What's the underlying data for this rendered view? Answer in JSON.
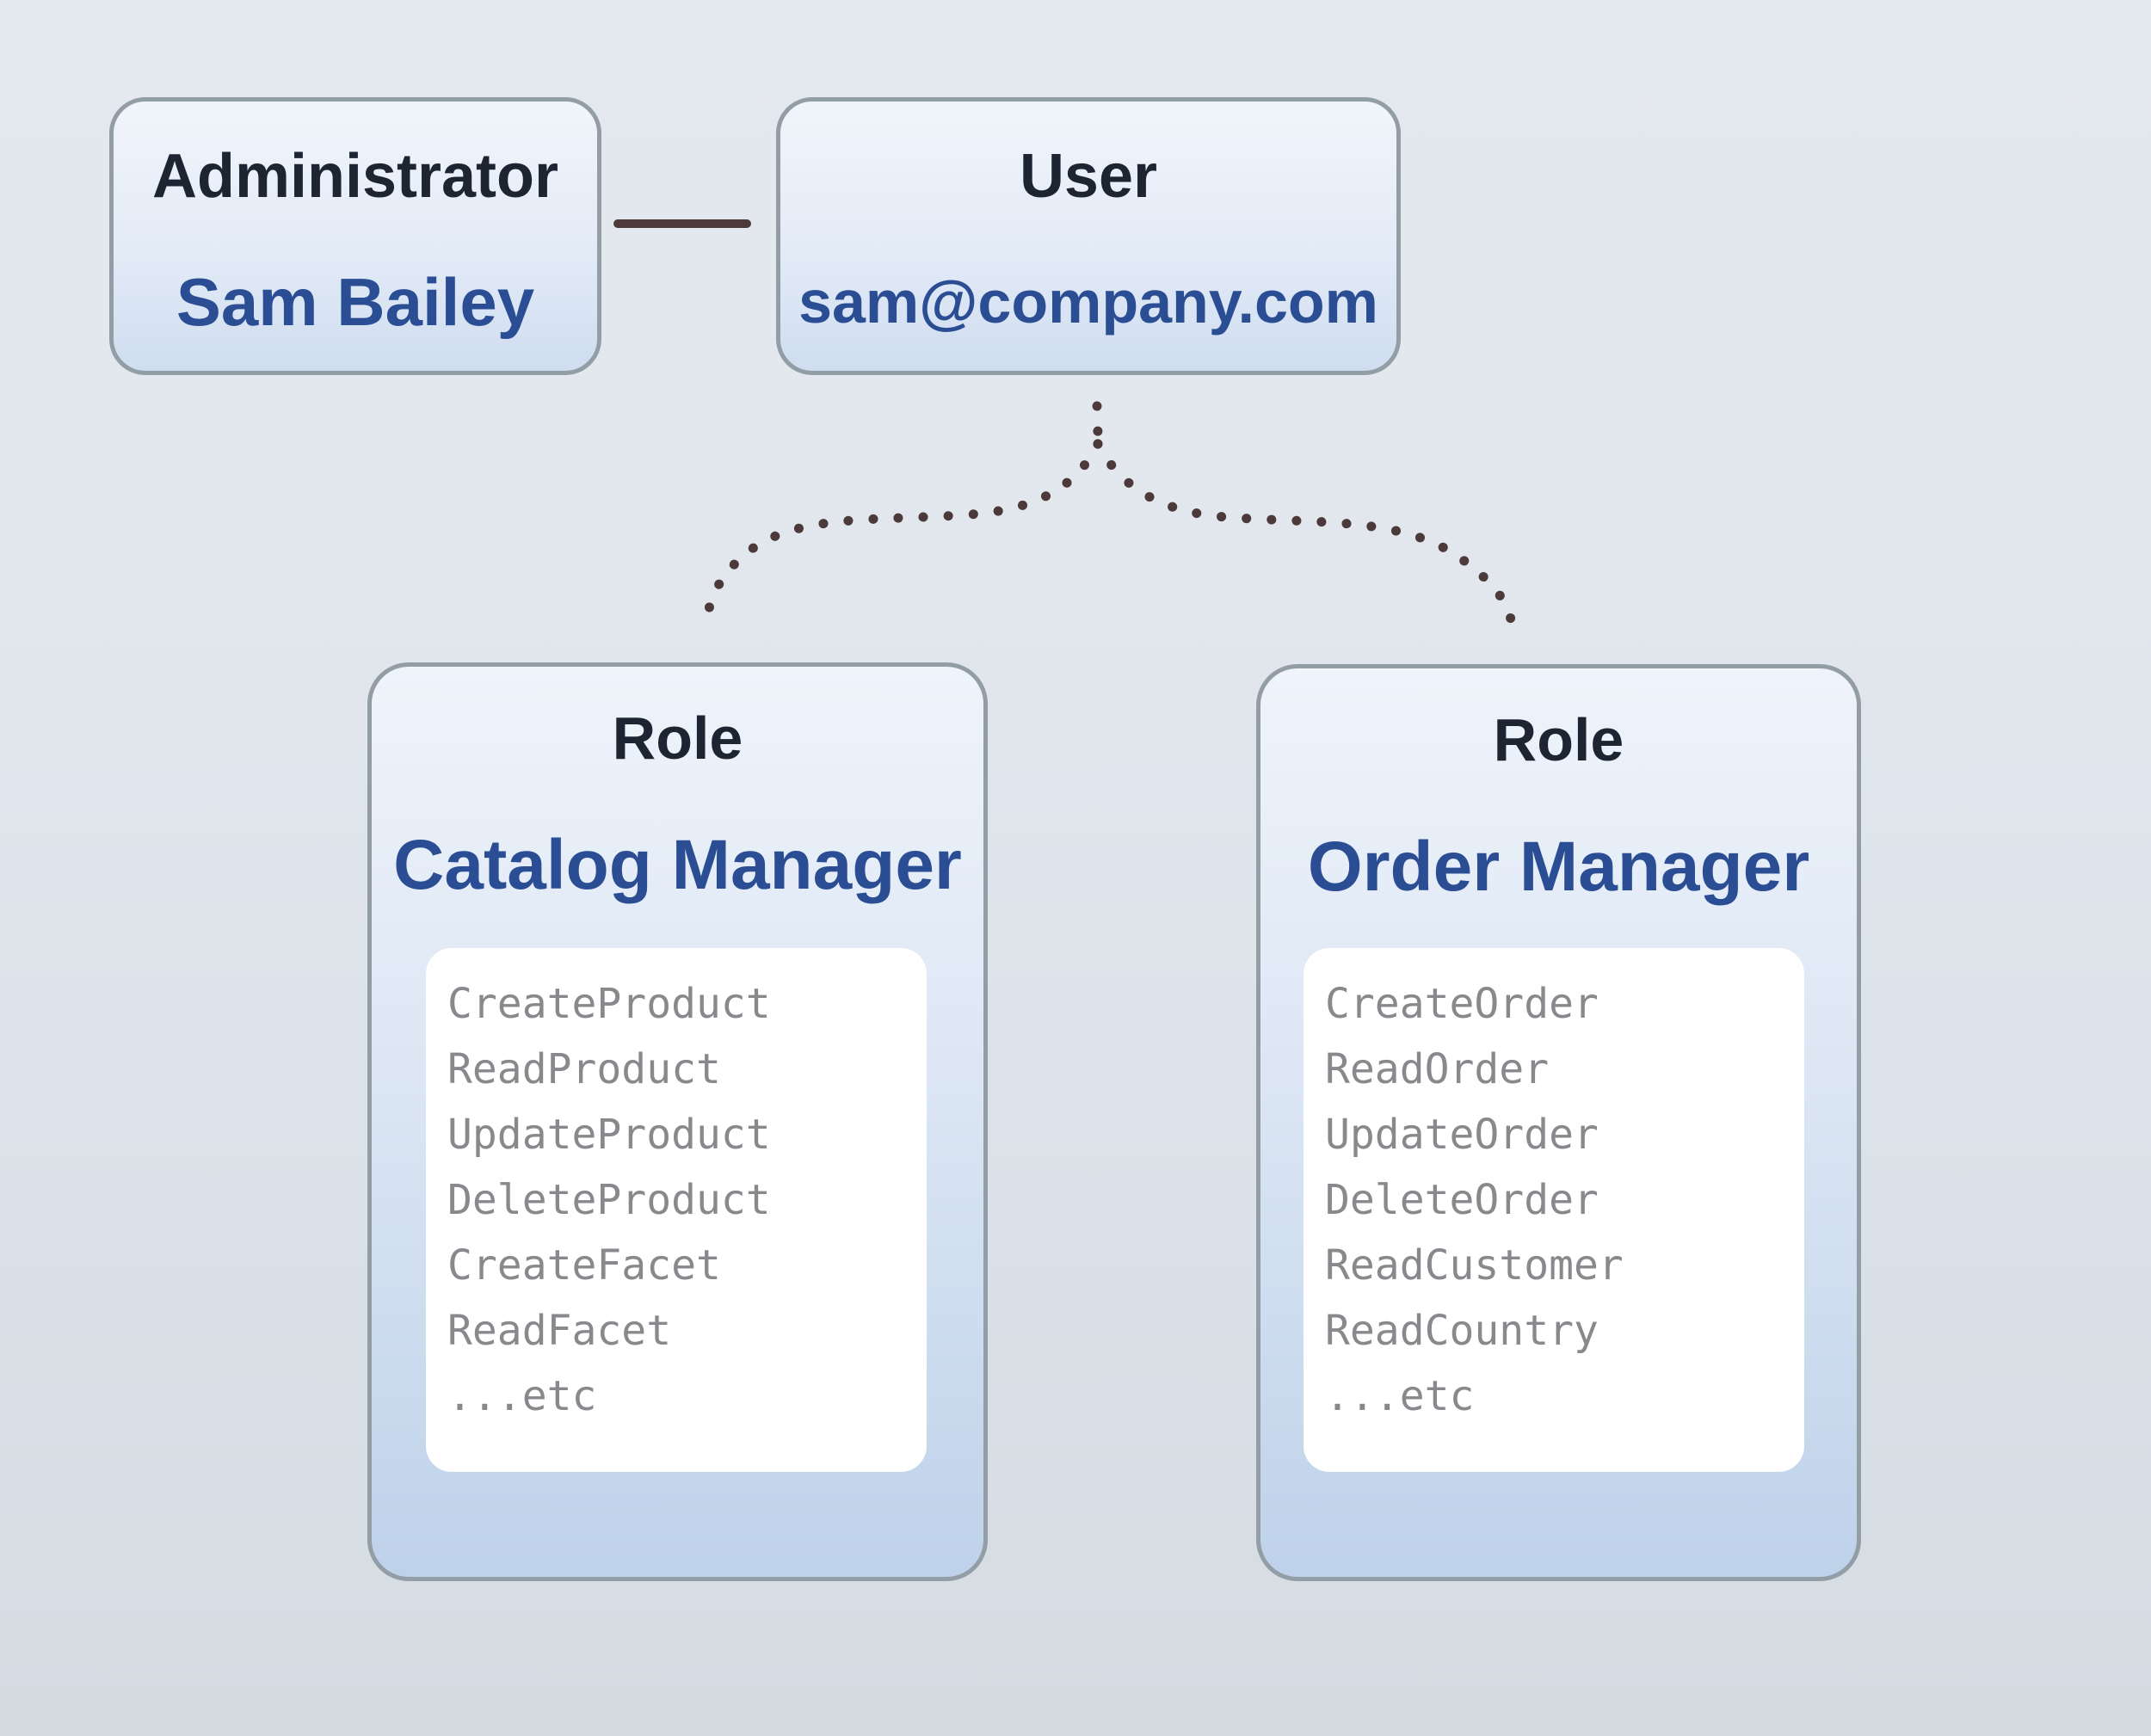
{
  "admin": {
    "label": "Administrator",
    "name": "Sam Bailey"
  },
  "user": {
    "label": "User",
    "email": "sam@company.com"
  },
  "roles": [
    {
      "label": "Role",
      "name": "Catalog Manager",
      "permissions": [
        "CreateProduct",
        "ReadProduct",
        "UpdateProduct",
        "DeleteProduct",
        "CreateFacet",
        "ReadFacet",
        "...etc"
      ]
    },
    {
      "label": "Role",
      "name": "Order Manager",
      "permissions": [
        "CreateOrder",
        "ReadOrder",
        "UpdateOrder",
        "DeleteOrder",
        "ReadCustomer",
        "ReadCountry",
        "...etc"
      ]
    }
  ],
  "connectors": {
    "admin_user": "solid-line",
    "user_roles": "dotted-fork"
  },
  "colors": {
    "background_top": "#e4e9ef",
    "background_bottom": "#d4dce2",
    "card_border": "#939da6",
    "card_fill_top": "#f1f5fb",
    "role_fill_bottom": "#bed2ea",
    "panel_background": "#ffffff",
    "heading_text": "#1d2532",
    "name_text": "#2a4d94",
    "permission_text": "#87898c",
    "connector": "#4e3a38"
  }
}
